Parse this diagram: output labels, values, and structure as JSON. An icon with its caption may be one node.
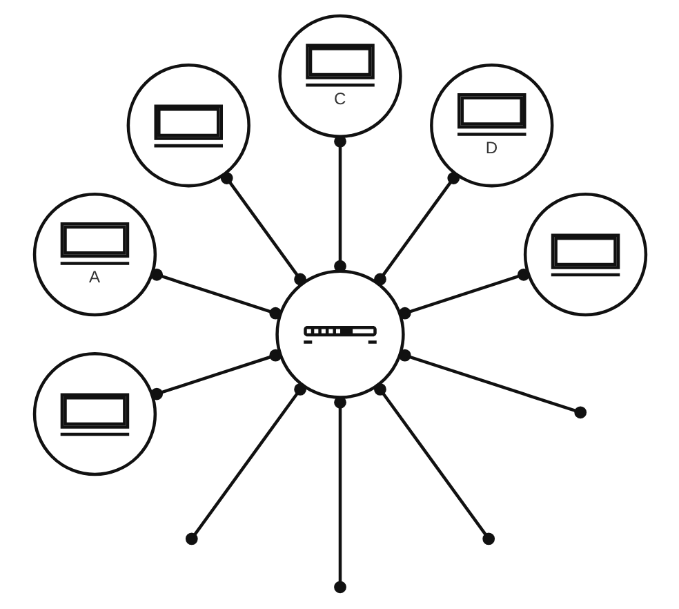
{
  "diagram": {
    "nodes": [
      {
        "text": [
          "C"
        ]
      },
      {
        "text": [
          "D"
        ]
      },
      {
        "text": [],
        "shape": "circle"
      },
      {
        "text": [],
        "shape": "circle"
      },
      {
        "text": [
          "A"
        ]
      },
      {
        "text": [],
        "shape": "circle"
      },
      {
        "text": [],
        "shape": "circle"
      }
    ],
    "edges": [
      {
        "from": 5,
        "to": 0,
        "arrow": "other"
      },
      {
        "from": 5,
        "to": 1,
        "arrow": "other"
      },
      {
        "from": 5,
        "to": 3,
        "arrow": "other"
      },
      {
        "from": 5,
        "to": null,
        "arrow": "other"
      },
      {
        "from": 5,
        "to": null,
        "arrow": "other"
      },
      {
        "from": 5,
        "to": null,
        "arrow": "other"
      },
      {
        "from": 5,
        "to": null,
        "arrow": "other"
      },
      {
        "from": 5,
        "to": 6,
        "arrow": "other"
      },
      {
        "from": 5,
        "to": 4,
        "arrow": "other"
      },
      {
        "from": 5,
        "to": 2,
        "arrow": "other"
      }
    ]
  }
}
